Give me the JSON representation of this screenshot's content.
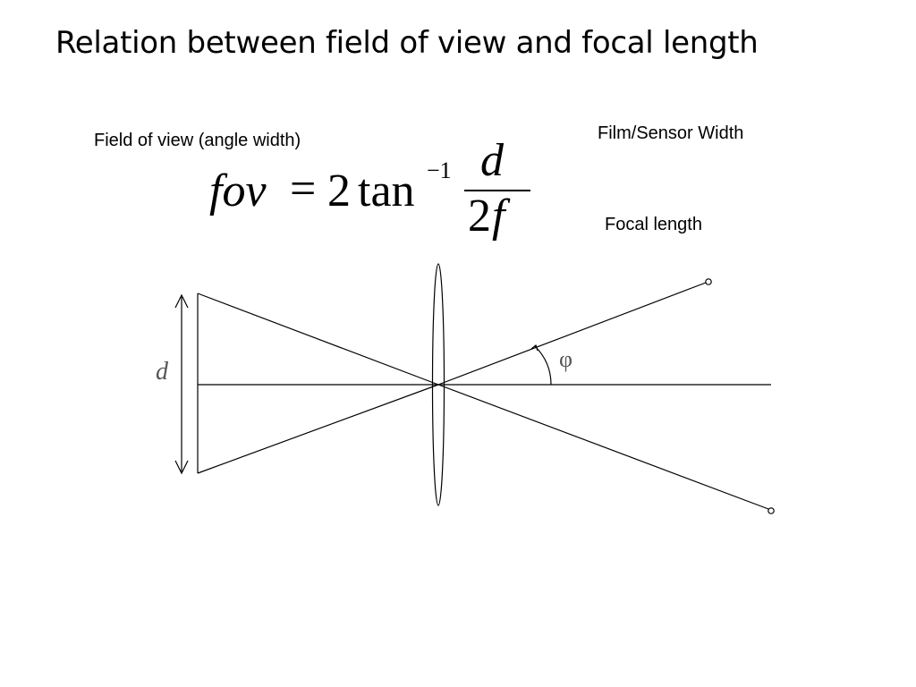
{
  "slide": {
    "title": "Relation between field of view and focal length"
  },
  "labels": {
    "fov": "Field of view (angle width)",
    "film": "Film/Sensor Width",
    "focal": "Focal length"
  },
  "formula": {
    "lhs": "fov",
    "equals": "=",
    "coefficient": "2",
    "function": "tan",
    "exponent": "−1",
    "numerator": "d",
    "denominator_coefficient": "2",
    "denominator_variable": "f"
  },
  "diagram": {
    "sensor_label": "d",
    "angle_label": "φ",
    "stroke_color": "#000000"
  }
}
